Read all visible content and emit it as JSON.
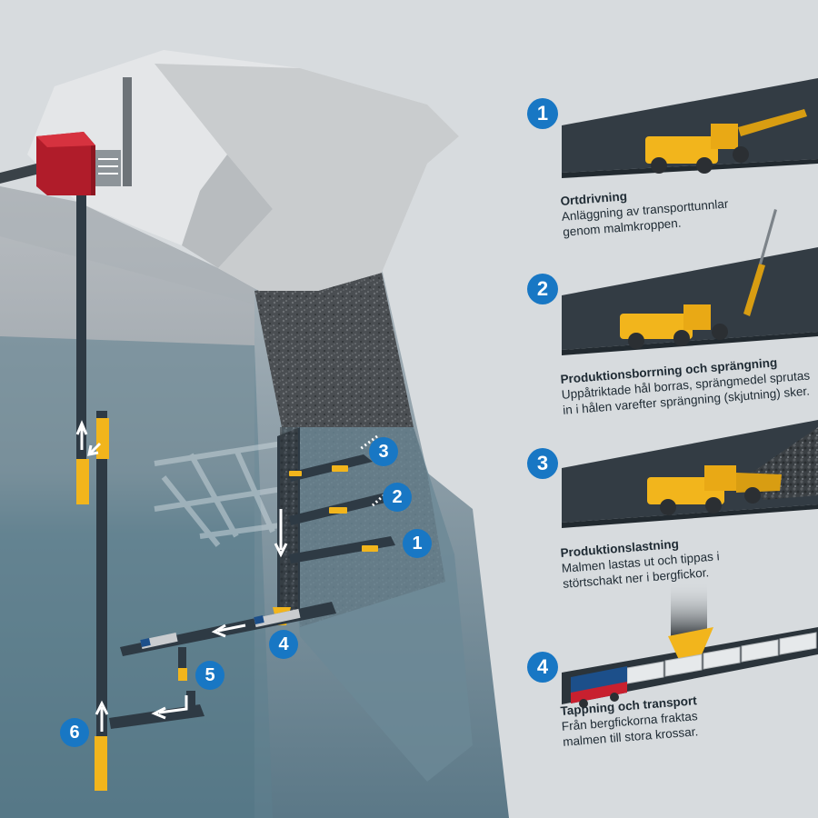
{
  "steps": [
    {
      "number": "1",
      "title": "Ortdrivning",
      "description": "Anläggning av transporttunnlar\ngenom malmkroppen."
    },
    {
      "number": "2",
      "title": "Produktionsborrning och sprängning",
      "description": "Uppåtriktade hål borras, sprängmedel sprutas\nin i hålen varefter sprängning (skjutning) sker."
    },
    {
      "number": "3",
      "title": "Produktionslastning",
      "description": "Malmen lastas ut och tippas i\nstörtschakt ner i bergfickor."
    },
    {
      "number": "4",
      "title": "Tappning och transport",
      "description": "Från bergfickorna fraktas\nmalmen till stora krossar."
    }
  ],
  "diagram_markers": [
    "1",
    "2",
    "3",
    "4",
    "5",
    "6"
  ],
  "colors": {
    "background": "#d7dbde",
    "badge": "#1877c4",
    "machine": "#f2b51c",
    "tunnel": "#2e3a44",
    "headframe": "#c8202f",
    "orebody": "#3a3f44",
    "water": "#5a7c8c"
  }
}
